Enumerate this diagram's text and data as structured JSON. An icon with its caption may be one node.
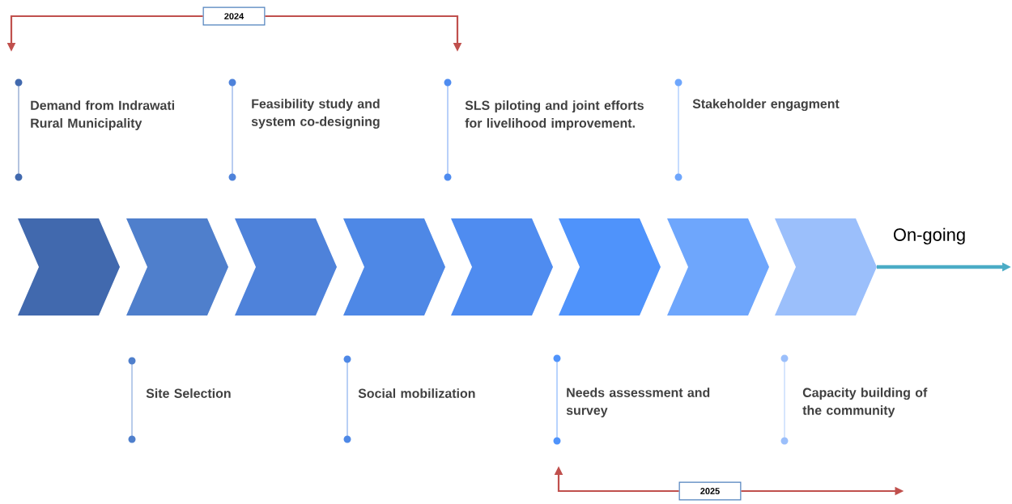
{
  "diagram": {
    "nodes": [
      {
        "text": [
          "2024"
        ]
      },
      {
        "text": [],
        "shape": "chevron"
      },
      {
        "text": [],
        "shape": "chevron"
      },
      {
        "text": [],
        "shape": "chevron"
      },
      {
        "text": [],
        "shape": "chevron"
      },
      {
        "text": [],
        "shape": "chevron"
      },
      {
        "text": [],
        "shape": "chevron"
      },
      {
        "text": [],
        "shape": "chevron"
      },
      {
        "text": [],
        "shape": "chevron"
      },
      {
        "text": [
          "2025"
        ]
      }
    ],
    "edges": [
      {
        "from": 0,
        "to": null,
        "arrow": "to",
        "color": "#c0504d"
      },
      {
        "from": 0,
        "to": null,
        "arrow": "to",
        "color": "#c0504d"
      },
      {
        "from": 8,
        "to": null,
        "arrow": "to",
        "label": "On-going",
        "style": "thick",
        "color": "#4bacc6"
      },
      {
        "from": 9,
        "to": null,
        "arrow": "to",
        "color": "#c0504d"
      },
      {
        "from": 9,
        "to": null,
        "arrow": "to",
        "color": "#c0504d"
      }
    ],
    "labels": [
      "Demand from Indrawati Rural Municipality",
      "Feasibility study and system co-designing",
      "SLS piloting and joint efforts for livelihood improvement.",
      "Stakeholder engagment",
      "Site Selection",
      "Social mobilization",
      "Needs assessment and survey",
      "Capacity building of the community"
    ]
  }
}
